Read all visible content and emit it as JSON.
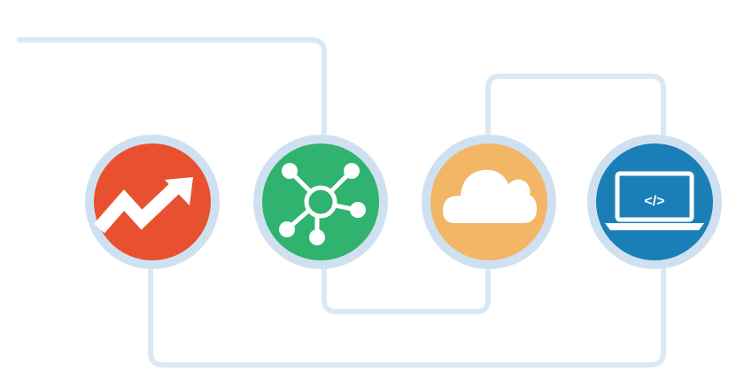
{
  "diagram": {
    "connector_color": "#d9e8f5",
    "ring_color": "#cfe1f1",
    "nodes": [
      {
        "id": "growth",
        "icon": "trend-up-arrow-icon",
        "fill": "#e8512f"
      },
      {
        "id": "network",
        "icon": "network-hub-icon",
        "fill": "#2fb36e"
      },
      {
        "id": "cloud",
        "icon": "cloud-icon",
        "fill": "#f3b566"
      },
      {
        "id": "code",
        "icon": "laptop-code-icon",
        "fill": "#1b7fb7"
      }
    ],
    "laptop_screen_text": "</>"
  }
}
